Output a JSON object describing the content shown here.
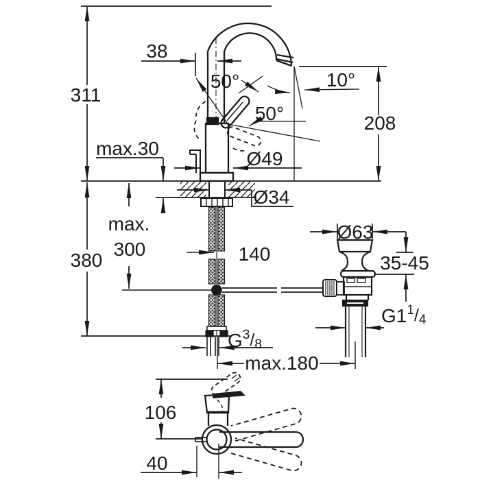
{
  "side_view": {
    "d38": "38",
    "d311": "311",
    "a50_upper": "50°",
    "a50_lower": "50°",
    "a10": "10°",
    "d208": "208",
    "max30": "max.30",
    "dia49": "Ø49",
    "dia34": "Ø34",
    "d380": "380",
    "max_word": "max.",
    "d300": "300",
    "d140": "140",
    "dia63": "Ø63",
    "clamp_range": "35-45",
    "max180": "max.180",
    "waste_thread": {
      "g": "G1",
      "sup": "1",
      "slash": "/",
      "sub": "4"
    },
    "supply_thread": {
      "g": "G",
      "sup": "3",
      "slash": "/",
      "sub": "8"
    }
  },
  "top_view": {
    "d106": "106",
    "d40": "40"
  },
  "colors": {
    "line": "#1a1a1a",
    "background": "#ffffff"
  }
}
